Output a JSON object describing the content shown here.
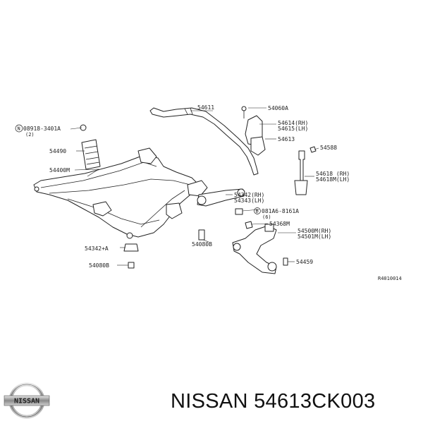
{
  "diagram": {
    "labels": {
      "p54611": "54611",
      "p54060a": "54060A",
      "p08918": "08918-3401A",
      "p08918_qty": "(2)",
      "p54614": "54614(RH)",
      "p54615": "54615(LH)",
      "p54613": "54613",
      "p54588": "54588",
      "p54490": "54490",
      "p54400m": "54400M",
      "p54618": "54618  (RH)",
      "p54618m": "54618M(LH)",
      "p54342": "54342(RH)",
      "p54343": "54343(LH)",
      "p081a6": "081A6-8161A",
      "p081a6_qty": "(6)",
      "p54368m": "54368M",
      "p54500m": "54500M(RH)",
      "p54501m": "54501M(LH)",
      "p54342a": "54342+A",
      "p54080b_left": "54080B",
      "p54080b_mid": "54080B",
      "p54459": "54459",
      "figure_ref": "R4010014"
    },
    "circle_marks": {
      "n_mark": "N",
      "b_mark": "B"
    }
  },
  "logo": {
    "text": "NISSAN"
  },
  "caption": {
    "text": "NISSAN 54613CK003"
  }
}
